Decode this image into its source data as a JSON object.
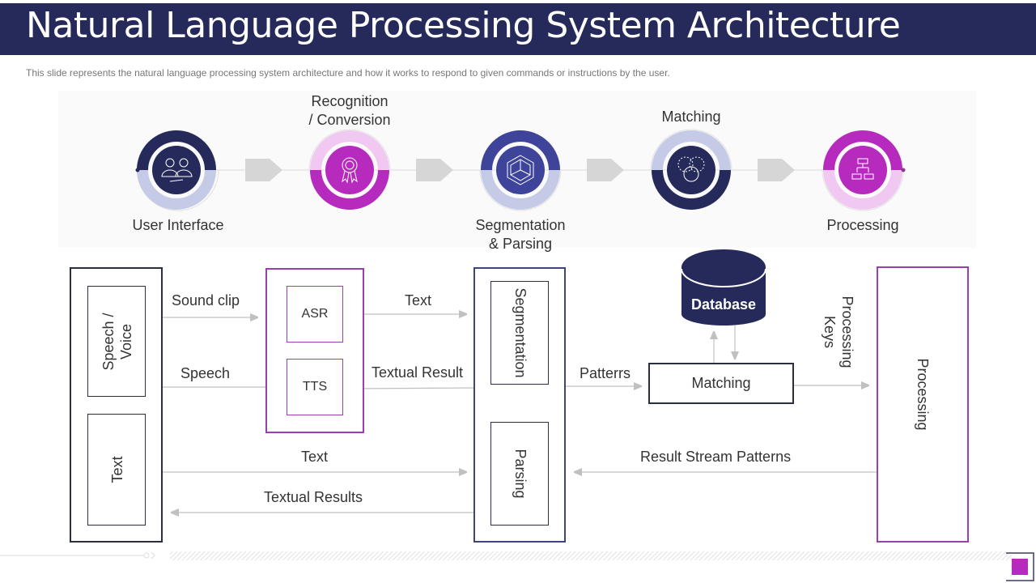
{
  "header": {
    "title": "Natural Language Processing System Architecture",
    "subtitle": "This slide represents the natural language processing system architecture and how it works to respond to given  commands or instructions by the user."
  },
  "colors": {
    "navy": "#262a5a",
    "indigo": "#3e4499",
    "magenta": "#b62bbd",
    "purple_border": "#9b3fb0",
    "light_lavender": "#c5cbe6",
    "light_pink": "#f0c8f2",
    "arrow_gray": "#c0c0c0"
  },
  "stages": [
    {
      "label": "User Interface",
      "icon": "users-icon",
      "label_position": "below"
    },
    {
      "label": "Recognition\n/ Conversion",
      "icon": "award-ribbon-icon",
      "label_position": "above"
    },
    {
      "label": "Segmentation\n& Parsing",
      "icon": "cube-icon",
      "label_position": "below"
    },
    {
      "label": "Matching",
      "icon": "venn-icon",
      "label_position": "above"
    },
    {
      "label": "Processing",
      "icon": "hierarchy-icon",
      "label_position": "below"
    }
  ],
  "diagram": {
    "speech_voice": "Speech /\nVoice",
    "text_box": "Text",
    "asr": "ASR",
    "tts": "TTS",
    "segmentation": "Segmentation",
    "parsing": "Parsing",
    "database": "Database",
    "matching": "Matching",
    "processing": "Processing",
    "processing_keys": "Processing\nKeys",
    "edges": {
      "sound_clip": "Sound clip",
      "speech": "Speech",
      "text_asr": "Text",
      "textual_result": "Textual Result",
      "text_parsing": "Text",
      "textual_results": "Textual Results",
      "patterns": "Patterrs",
      "result_stream": "Result Stream Patterns"
    }
  }
}
